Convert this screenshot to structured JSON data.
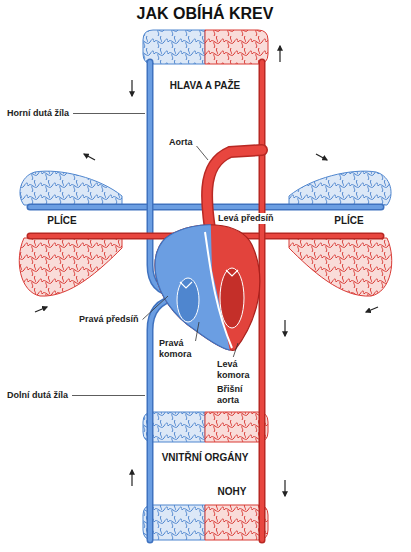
{
  "diagram": {
    "title": "JAK OBÍHÁ KREV",
    "labels": [
      "HLAVA A PAŽE",
      "Horní dutá žíla",
      "Aorta",
      "Levá předsíň",
      "PLÍCE",
      "PLÍCE",
      "Pravá předsíň",
      "Pravá komora",
      "Levá komora",
      "Břišní aorta",
      "Dolní dutá žíla",
      "VNITŘNÍ ORGÁNY",
      "NOHY"
    ]
  }
}
